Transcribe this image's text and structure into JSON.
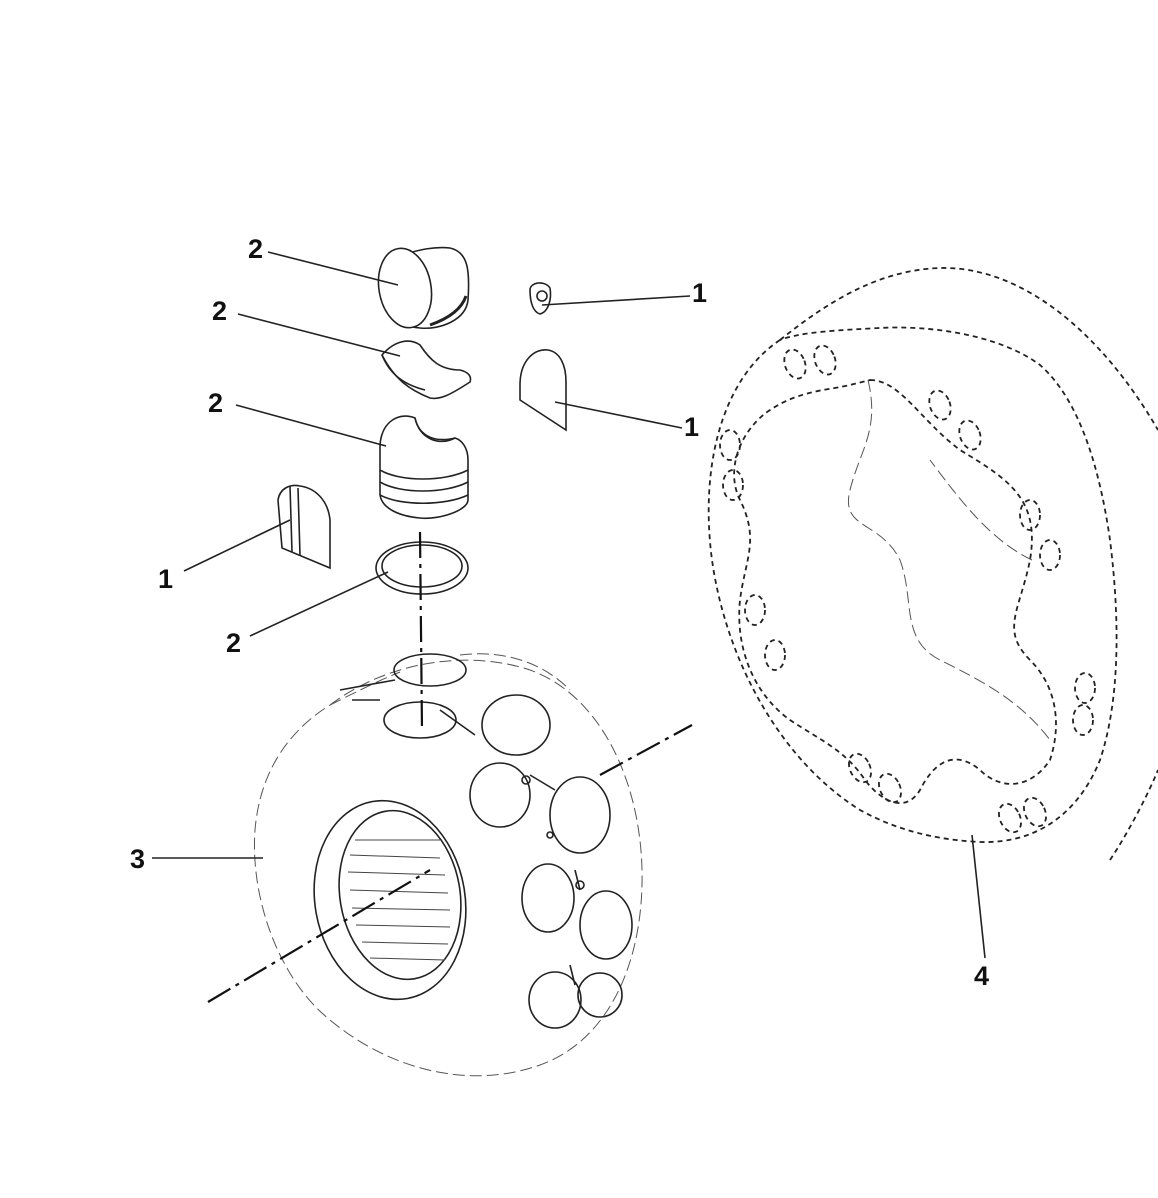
{
  "callouts": [
    {
      "id": "c1",
      "text": "2"
    },
    {
      "id": "c2",
      "text": "2"
    },
    {
      "id": "c3",
      "text": "2"
    },
    {
      "id": "c4",
      "text": "1"
    },
    {
      "id": "c5",
      "text": "1"
    },
    {
      "id": "c6",
      "text": "1"
    },
    {
      "id": "c7",
      "text": "2"
    },
    {
      "id": "c8",
      "text": "3"
    },
    {
      "id": "c9",
      "text": "4"
    }
  ]
}
